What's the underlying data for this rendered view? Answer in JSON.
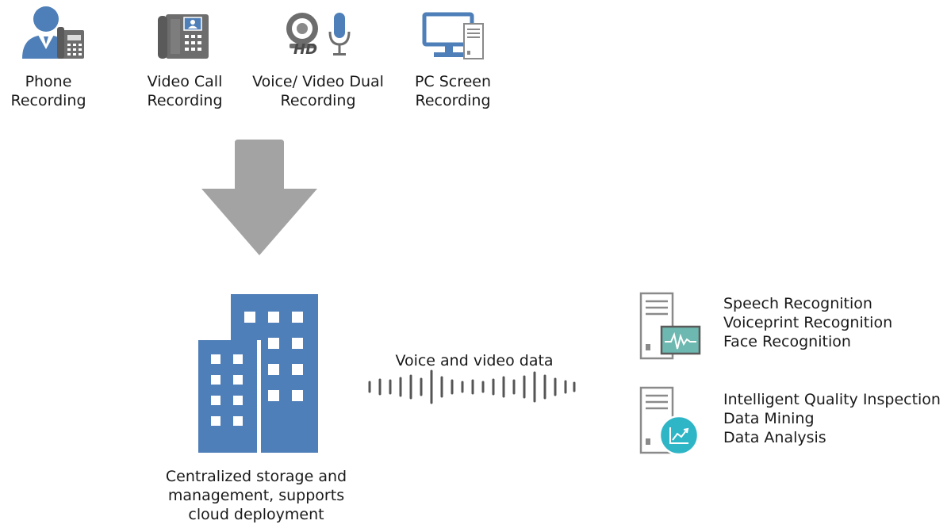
{
  "sources": [
    {
      "icon": "phone-user-icon",
      "lines": [
        "Phone",
        "Recording"
      ]
    },
    {
      "icon": "desk-phone-icon",
      "lines": [
        "Video Call",
        "Recording"
      ]
    },
    {
      "icon": "webcam-mic-icon",
      "badge": "HD",
      "lines": [
        "Voice/ Video Dual",
        "Recording"
      ]
    },
    {
      "icon": "pc-screen-icon",
      "lines": [
        "PC Screen",
        "Recording"
      ]
    }
  ],
  "storage": {
    "icon": "buildings-icon",
    "lines": [
      "Centralized storage and",
      "management, supports",
      "cloud deployment"
    ]
  },
  "stream": {
    "label": "Voice and video data",
    "icon": "soundwave-icon"
  },
  "servers": [
    {
      "icon": "server-waveform-icon",
      "features": [
        "Speech Recognition",
        "Voiceprint Recognition",
        "Face Recognition"
      ]
    },
    {
      "icon": "server-chart-icon",
      "features": [
        "Intelligent Quality Inspection",
        "Data Mining",
        "Data Analysis"
      ]
    }
  ],
  "colors": {
    "brand_blue": "#4f7fb8",
    "icon_gray": "#6d6d6d",
    "arrow_gray": "#a3a3a3",
    "teal": "#2eb5c6"
  }
}
